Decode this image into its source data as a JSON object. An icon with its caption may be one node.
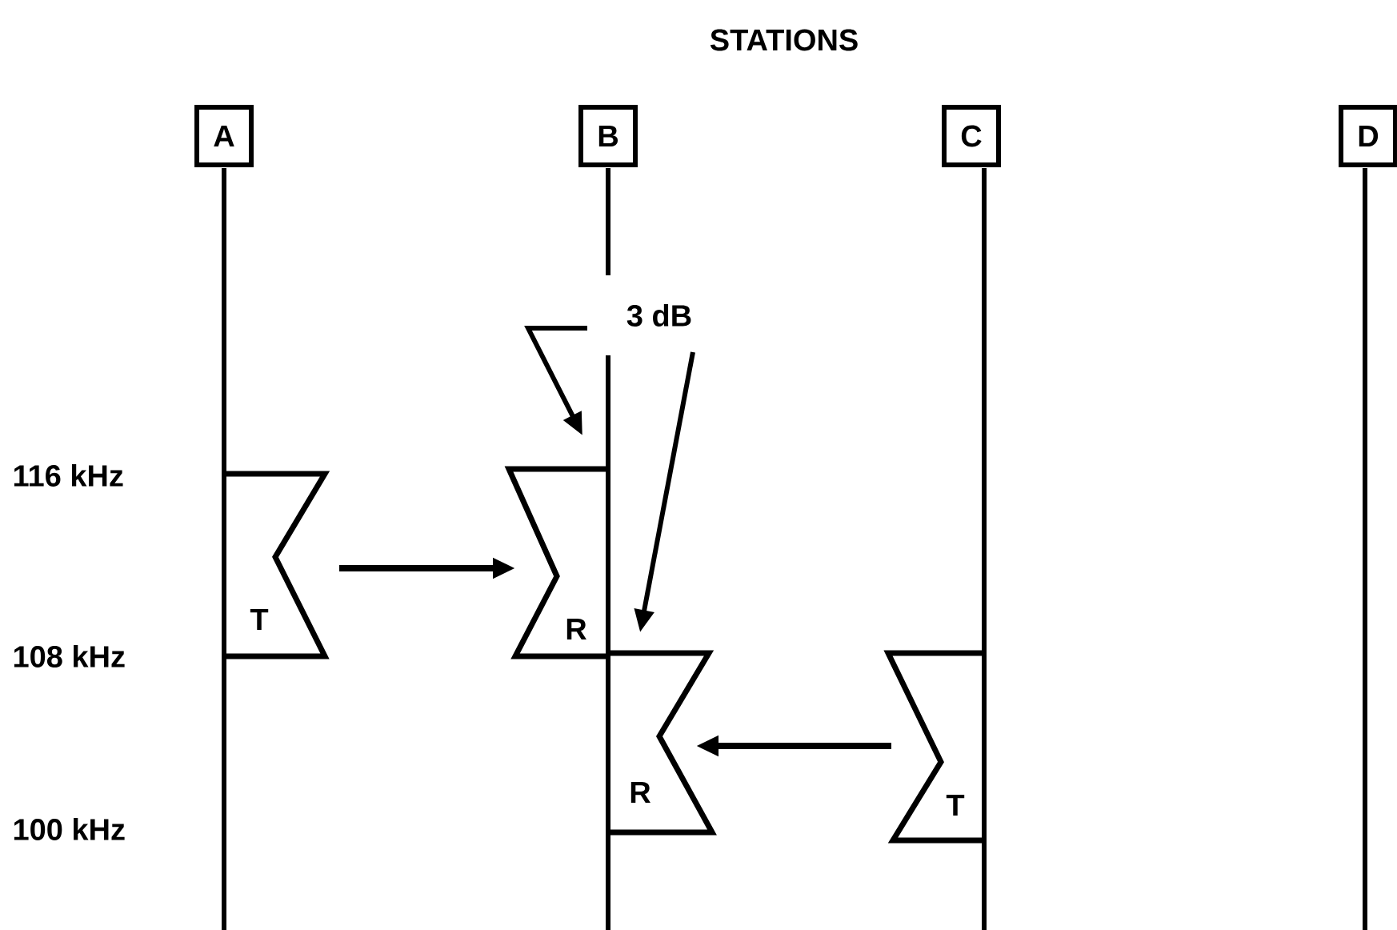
{
  "diagram": {
    "title": "STATIONS",
    "nodes": [
      {
        "text": [
          "A"
        ]
      },
      {
        "text": [
          "B"
        ]
      },
      {
        "text": [
          "C"
        ]
      },
      {
        "text": [
          "D"
        ]
      },
      {
        "text": [
          "3 dB"
        ]
      },
      {
        "text": [
          "T"
        ]
      },
      {
        "text": [
          "R"
        ]
      },
      {
        "text": [
          "R"
        ]
      },
      {
        "text": [
          "T"
        ]
      }
    ],
    "edges": [
      {
        "from": 5,
        "to": 6,
        "arrow": "to"
      },
      {
        "from": 8,
        "to": 7,
        "arrow": "to"
      },
      {
        "from": 4,
        "to": 6,
        "arrow": "to"
      },
      {
        "from": 4,
        "to": 7,
        "arrow": "to"
      }
    ],
    "labels": [
      "116 kHz",
      "108 kHz",
      "100 kHz"
    ]
  }
}
